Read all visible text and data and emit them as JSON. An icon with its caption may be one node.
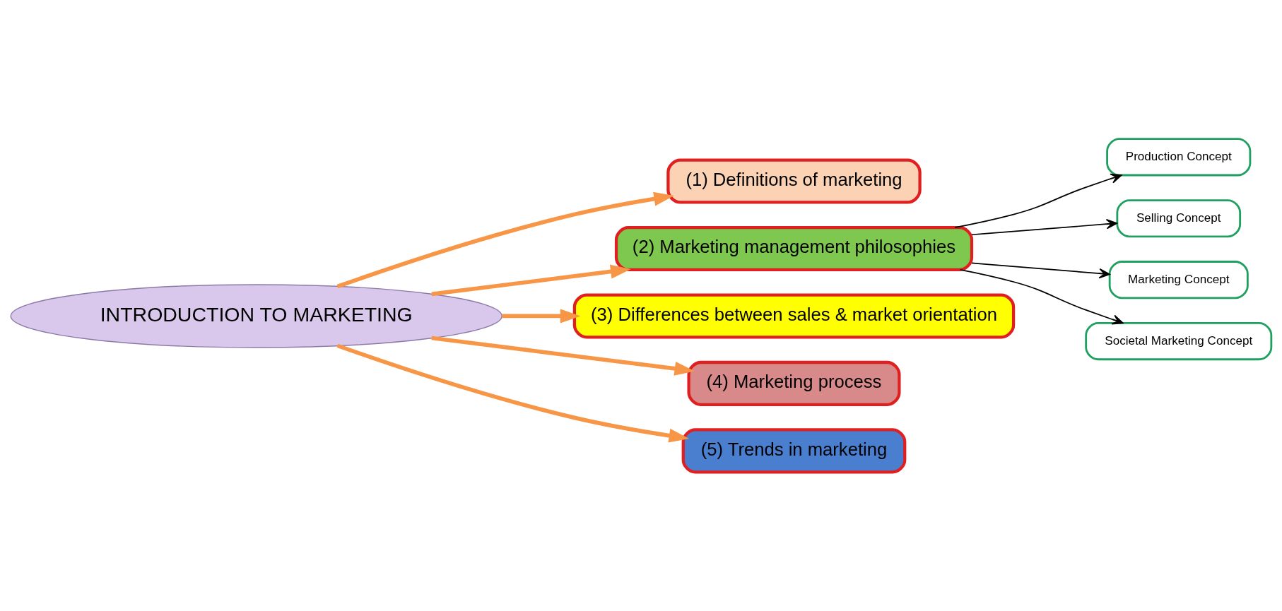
{
  "diagram": {
    "nodes": [
      {
        "text": [
          "INTRODUCTION TO MARKETING"
        ]
      },
      {
        "text": [
          "(1) Definitions of marketing"
        ]
      },
      {
        "text": [
          "(2) Marketing management philosophies"
        ]
      },
      {
        "text": [
          "(3) Differences between sales & market orientation"
        ]
      },
      {
        "text": [
          "(4) Marketing process"
        ]
      },
      {
        "text": [
          "(5) Trends in marketing"
        ]
      },
      {
        "text": [
          "Production Concept"
        ]
      },
      {
        "text": [
          "Selling Concept"
        ]
      },
      {
        "text": [
          "Marketing Concept"
        ]
      },
      {
        "text": [
          "Societal Marketing Concept"
        ]
      }
    ],
    "edges": [
      {
        "from": 0,
        "to": 1,
        "arrow": "to"
      },
      {
        "from": 0,
        "to": 2,
        "arrow": "to"
      },
      {
        "from": 0,
        "to": 3,
        "arrow": "to"
      },
      {
        "from": 0,
        "to": 4,
        "arrow": "to"
      },
      {
        "from": 0,
        "to": 5,
        "arrow": "to"
      },
      {
        "from": 2,
        "to": 6,
        "arrow": "to",
        "color": "#000000"
      },
      {
        "from": 2,
        "to": 7,
        "arrow": "to",
        "color": "#000000"
      },
      {
        "from": 2,
        "to": 8,
        "arrow": "to",
        "color": "#000000"
      },
      {
        "from": 2,
        "to": 9,
        "arrow": "to",
        "color": "#000000"
      }
    ]
  }
}
